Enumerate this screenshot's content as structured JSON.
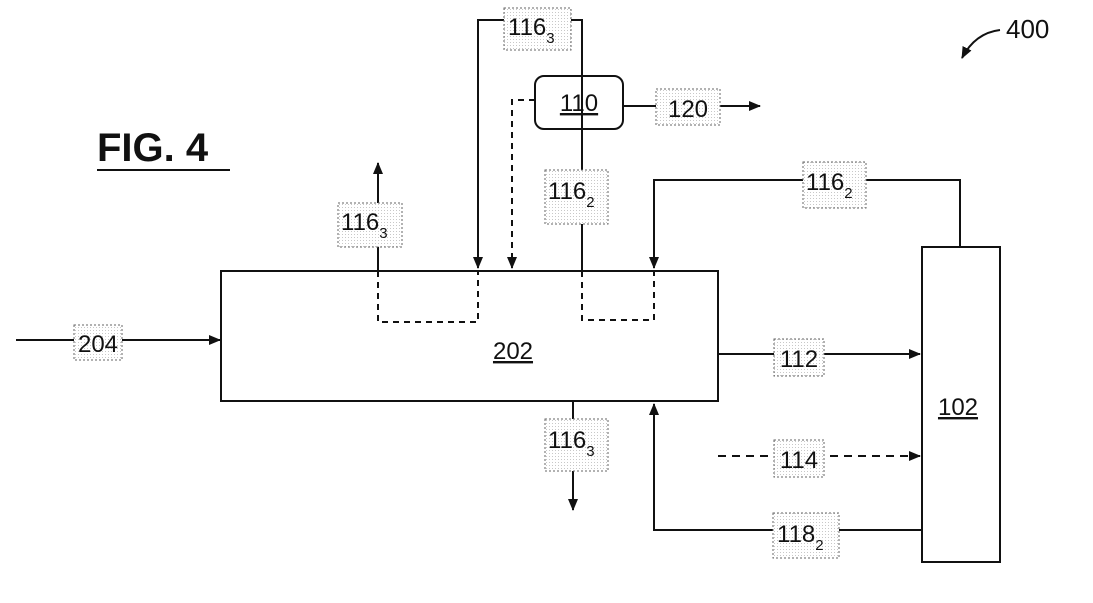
{
  "figure": {
    "title": "FIG. 4",
    "ref_number": "400"
  },
  "blocks": {
    "b202": "202",
    "b102": "102",
    "b110": "110"
  },
  "streams": {
    "s204": "204",
    "s112": "112",
    "s114": "114",
    "s120": "120",
    "s116": "116",
    "s118": "118",
    "sub_3": "3",
    "sub_2": "2"
  }
}
